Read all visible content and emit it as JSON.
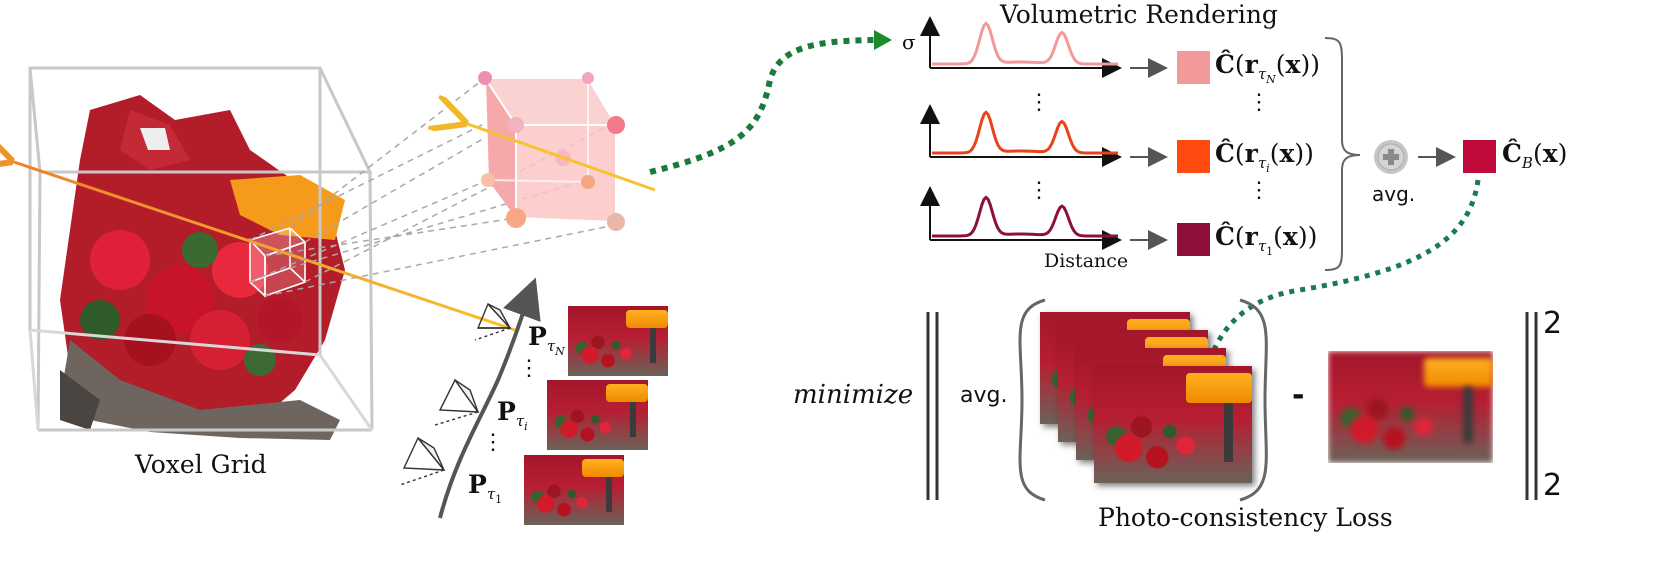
{
  "labels": {
    "voxel_grid": "Voxel Grid",
    "volumetric_rendering": "Volumetric Rendering",
    "sigma": "σ",
    "distance": "Distance",
    "avg_plus": "avg.",
    "minimize": "minimize",
    "avg_loss": "avg.",
    "minus": "-",
    "exp_top": "2",
    "exp_bottom": "2",
    "photo_loss": "Photo-consistency Loss",
    "dots": "⋮"
  },
  "math": {
    "c_hat": "Ĉ",
    "r_bold": "r",
    "open": "(",
    "close": ")",
    "x_bold": "x",
    "tau_N": "τ",
    "sub_N": "N",
    "sub_i": "i",
    "sub_1": "1",
    "sub_B": "B",
    "P_bold": "P"
  },
  "colors": {
    "curve_top": "#f2999a",
    "curve_mid": "#e8431c",
    "curve_bot": "#8c1238",
    "swatch_top": "#f2999a",
    "swatch_mid": "#ff4a10",
    "swatch_bot": "#8e1038",
    "swatch_blend": "#c00a3a",
    "arrow_green": "#1a7a3a",
    "ray_orange": "#f0922a",
    "ray_yellow": "#f6c230",
    "cube_pink": "#f7b8b8"
  },
  "icons": {
    "plus": "plus-circle-icon",
    "camera": "camera-frustum-icon"
  }
}
